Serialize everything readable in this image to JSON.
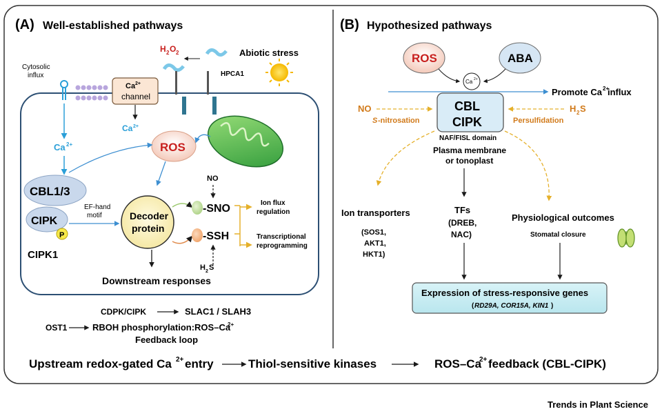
{
  "panelA": {
    "letter": "(A)",
    "title": "Well-established pathways",
    "cytosolic": "Cytosolic",
    "influx": "influx",
    "h2o2": "H",
    "h2o2_sub": "2",
    "h2o2_o": "O",
    "h2o2_sub2": "2",
    "hpca1": "HPCA1",
    "abiotic": "Abiotic stress",
    "ca_channel_ca": "Ca",
    "ca_channel_sup": "2+",
    "ca_channel_label": "channel",
    "ca1": "Ca",
    "ca1_sup": "2+",
    "ca2": "Ca",
    "ca2_sup": "2+",
    "ros": "ROS",
    "no": "NO",
    "cbl": "CBL1/3",
    "cipk": "CIPK",
    "p": "P",
    "cipk1": "CIPK1",
    "efhand1": "EF-hand",
    "efhand2": "motif",
    "decoder1": "Decoder",
    "decoder2": "protein",
    "sno": "-SNO",
    "ssh": "-SSH",
    "ionflux1": "Ion flux",
    "ionflux2": "regulation",
    "trans1": "Transcriptional",
    "trans2": "reprogramming",
    "h2s_h": "H",
    "h2s_sub": "2",
    "h2s_s": "S",
    "downstream": "Downstream responses",
    "cdpk": "CDPK/CIPK",
    "slac": "SLAC1 / SLAH3",
    "ost1": "OST1",
    "rboh": "RBOH phosphorylation:ROS–Ca",
    "rboh_sup": "2+",
    "feedback": "Feedback loop"
  },
  "panelB": {
    "letter": "(B)",
    "title": "Hypothesized pathways",
    "ros": "ROS",
    "aba": "ABA",
    "ca": "Ca",
    "ca_sup": "2+",
    "promote": "Promote Ca",
    "promote_sup": "2+",
    "promote_end": " influx",
    "no": "NO",
    "h2s_h": "H",
    "h2s_sub": "2",
    "h2s_s": "S",
    "snitro": "S",
    "snitro_rest": "-nitrosation",
    "persulf": "Persulfidation",
    "cbl": "CBL",
    "cipk": "CIPK",
    "naf": "NAF/FISL domain",
    "plasma1": "Plasma membrane",
    "plasma2": "or tonoplast",
    "ion_transporters": "Ion transporters",
    "sos1": "(SOS1,",
    "akt1": "AKT1,",
    "hkt1": "HKT1)",
    "tfs": "TFs",
    "dreb": "(DREB,",
    "nac": "NAC)",
    "physio": "Physiological outcomes",
    "stomatal": "Stomatal closure",
    "expr": "Expression of stress-responsive genes",
    "genes_open": "(",
    "genes": "RD29A, COR15A, KIN1",
    "genes_close": ")"
  },
  "bottom": {
    "part1": "Upstream redox-gated Ca",
    "part1_sup": "2+",
    "part1_end": " entry",
    "part2": "Thiol-sensitive kinases",
    "part3": "ROS–Ca",
    "part3_sup": "2+",
    "part3_end": " feedback (CBL-CIPK)"
  },
  "footer": {
    "journal": "Trends in Plant Science"
  },
  "colors": {
    "red": "#c8201e",
    "blue_arrow": "#3d8fd1",
    "cyan": "#2a9fd8",
    "orange": "#d17a1a",
    "gold": "#e5b02a"
  }
}
